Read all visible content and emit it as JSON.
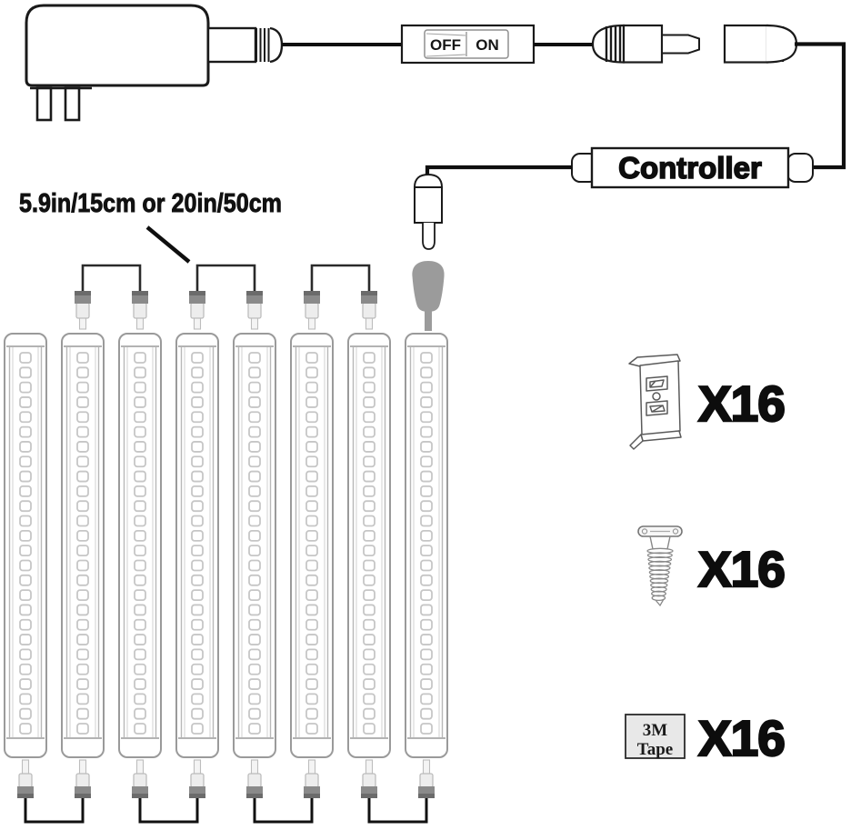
{
  "labels": {
    "cable_length": "5.9in/15cm or 20in/50cm",
    "controller": "Controller",
    "switch_off": "OFF",
    "switch_on": "ON",
    "clip_qty": "X16",
    "screw_qty": "X16",
    "tape_qty": "X16",
    "tape_line1": "3M",
    "tape_line2": "Tape"
  },
  "diagram": {
    "bar_count": 8,
    "leds_per_bar": 26,
    "top_bracket_pairs": [
      [
        2,
        3
      ],
      [
        4,
        5
      ],
      [
        6,
        7
      ]
    ],
    "bottom_bracket_pairs": [
      [
        1,
        2
      ],
      [
        3,
        4
      ],
      [
        5,
        6
      ],
      [
        7,
        8
      ]
    ]
  },
  "colors": {
    "outline": "#1a1a1a",
    "wire": "#0f0f0f",
    "bar_outline": "#9a9a9a",
    "rail": "#b8b8b8",
    "led_outline": "#c6c6c6",
    "connector_gray": "#8a8a8a",
    "connector_dark": "#6b6b6b",
    "plug_light_fill": "#ededed",
    "plug_light_stroke": "#bdbdbd",
    "receptacle_gray": "#9b9b9b",
    "tape_fill": "#e8e8e8",
    "icon_stroke": "#5a5a5a"
  }
}
